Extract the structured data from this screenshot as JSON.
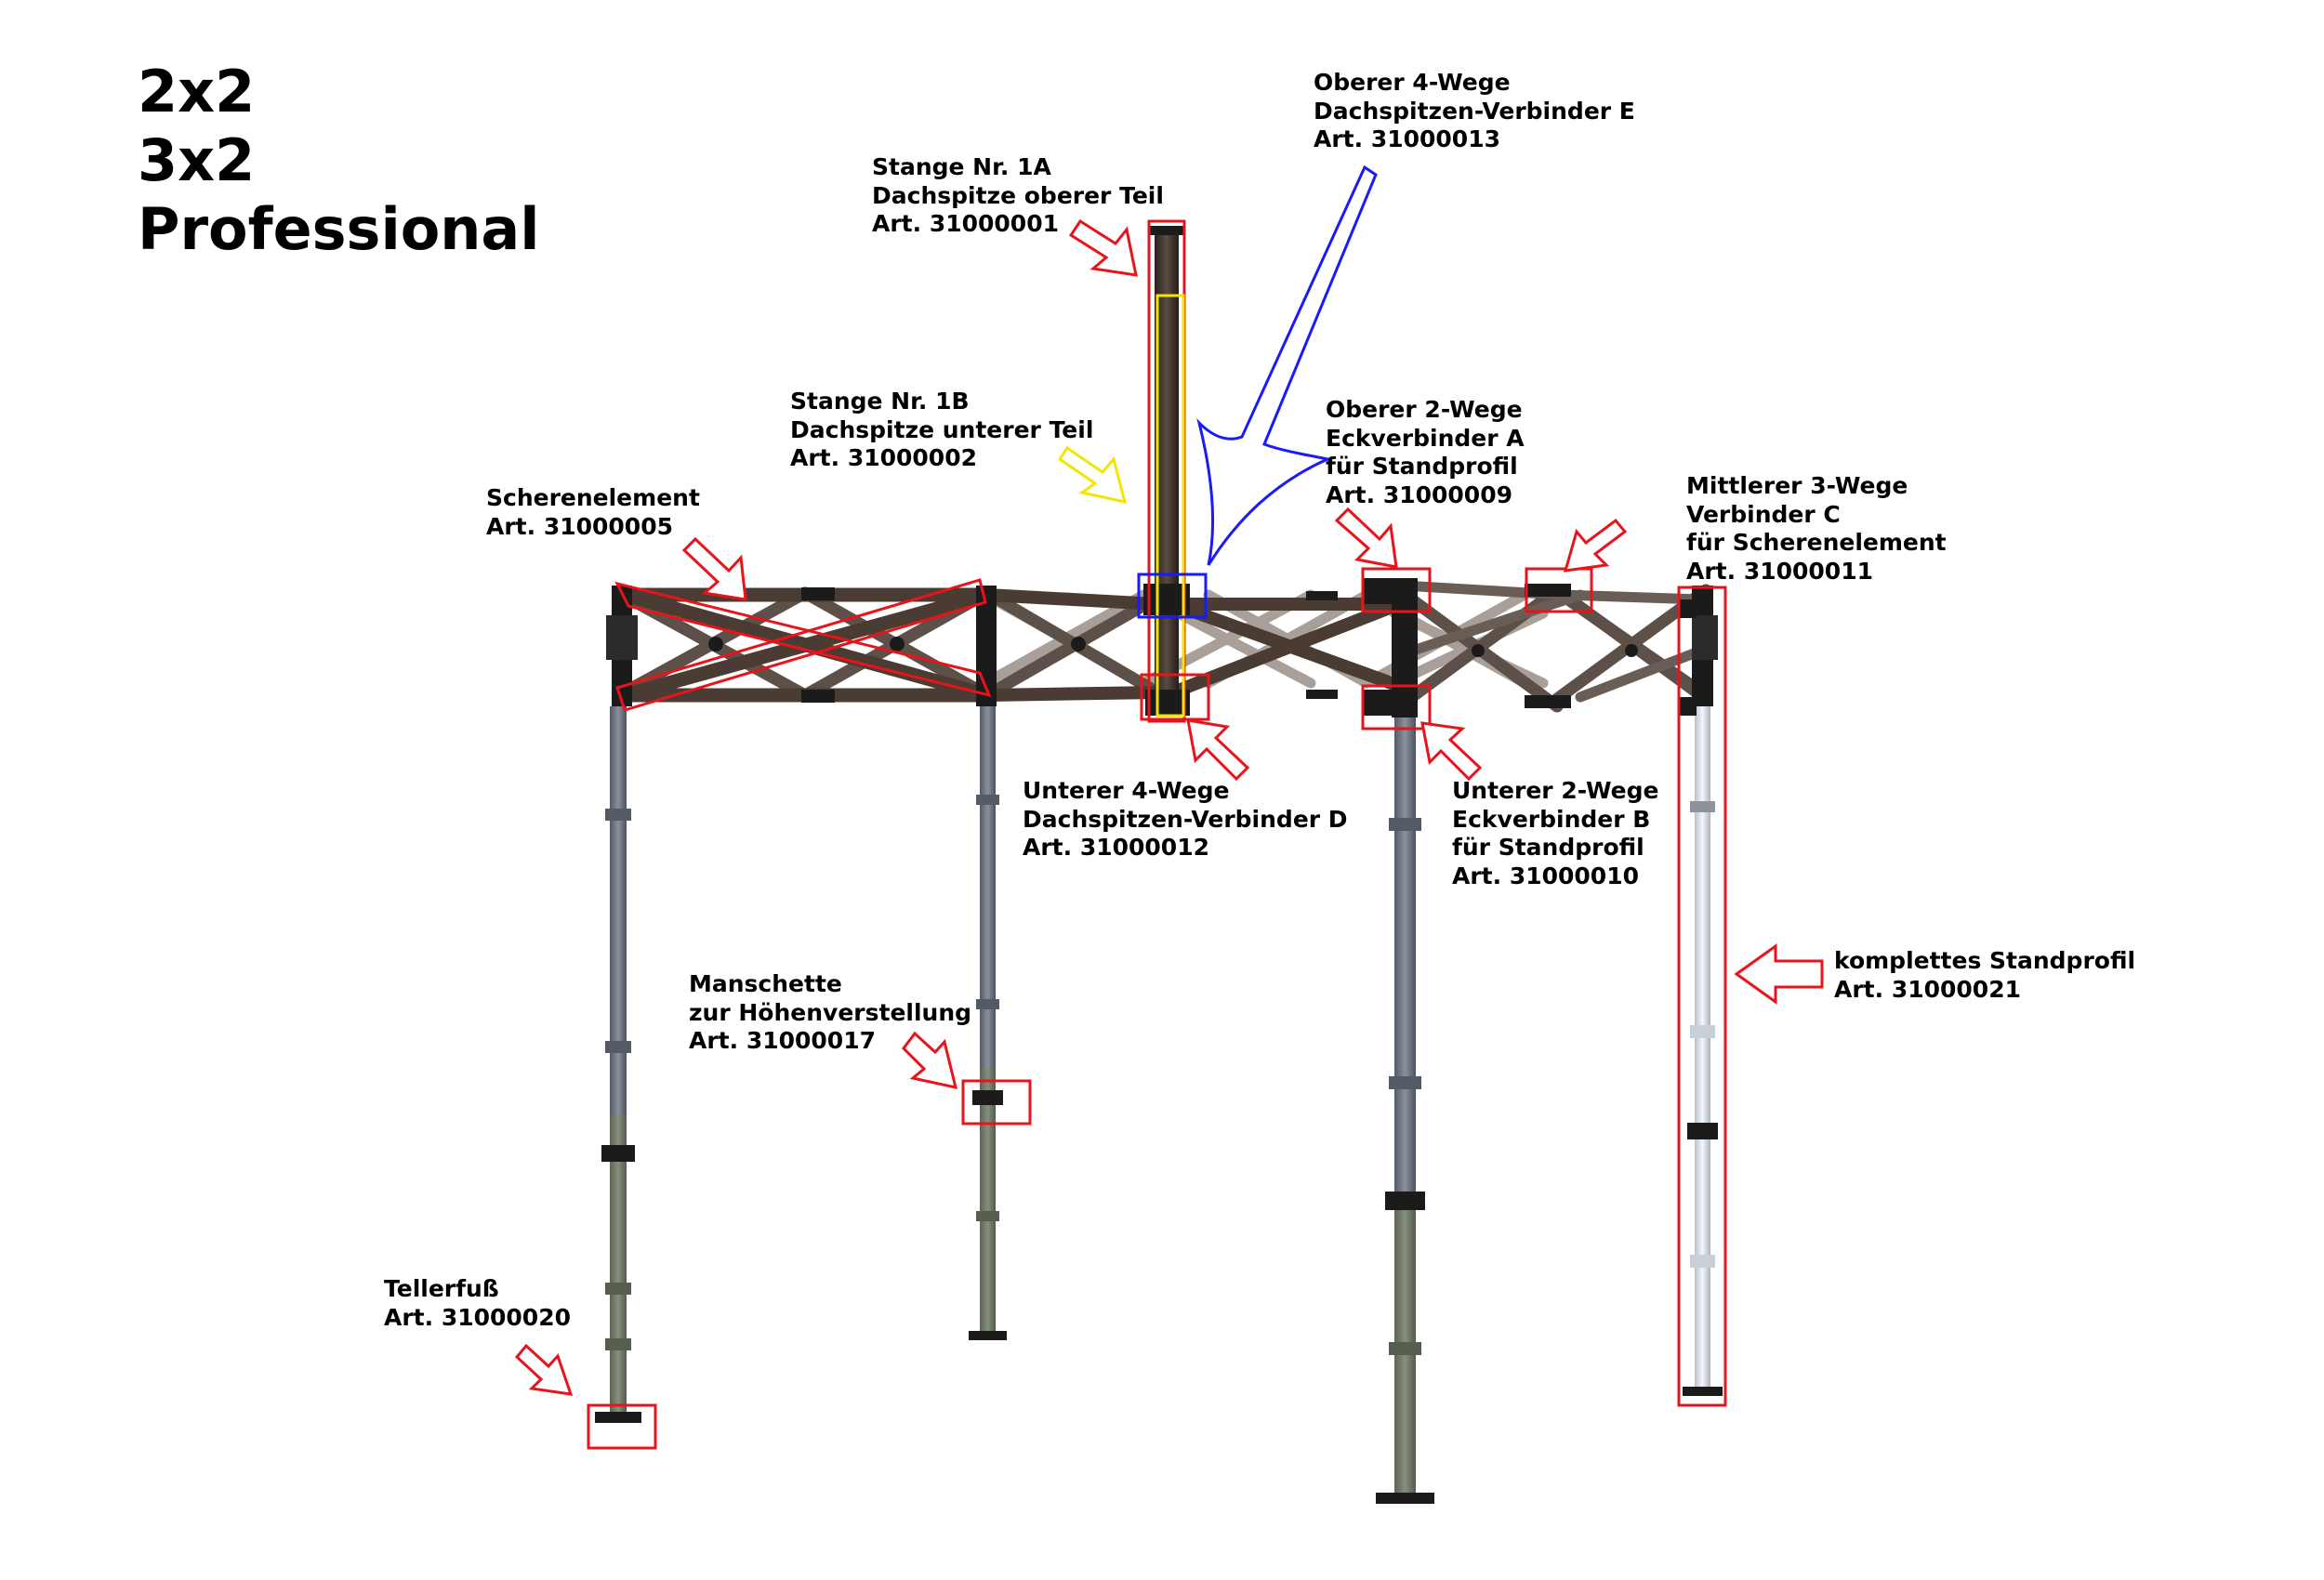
{
  "title_lines": [
    "2x2",
    "3x2",
    "Professional"
  ],
  "callouts": {
    "stange_1a": [
      "Stange Nr. 1A",
      "Dachspitze oberer Teil",
      "Art. 31000001"
    ],
    "verbinder_e": [
      "Oberer 4-Wege",
      "Dachspitzen-Verbinder E",
      "Art. 31000013"
    ],
    "stange_1b": [
      "Stange Nr. 1B",
      "Dachspitze unterer Teil",
      "Art. 31000002"
    ],
    "eckverbinder_a": [
      "Oberer 2-Wege",
      "Eckverbinder A",
      "für Standprofil",
      "Art. 31000009"
    ],
    "scherenelement": [
      "Scherenelement",
      "Art. 31000005"
    ],
    "verbinder_c": [
      "Mittlerer 3-Wege",
      "Verbinder C",
      "für Scherenelement",
      "Art. 31000011"
    ],
    "verbinder_d": [
      "Unterer 4-Wege",
      "Dachspitzen-Verbinder D",
      "Art. 31000012"
    ],
    "eckverbinder_b": [
      "Unterer 2-Wege",
      "Eckverbinder B",
      "für Standprofil",
      "Art. 31000010"
    ],
    "standprofil": [
      "komplettes Standprofil",
      "Art. 31000021"
    ],
    "manschette": [
      "Manschette",
      "zur Höhenverstellung",
      "Art. 31000017"
    ],
    "tellerfuss": [
      "Tellerfuß",
      "Art. 31000020"
    ]
  },
  "colors": {
    "callout_red": "#e8141b",
    "callout_yellow": "#f2e600",
    "callout_blue": "#1a1aff",
    "frame_brown": "#4a3b33",
    "connector_black": "#1b1b1b",
    "leg_gray": "#6d7380",
    "leg_white": "#e9eef3"
  }
}
